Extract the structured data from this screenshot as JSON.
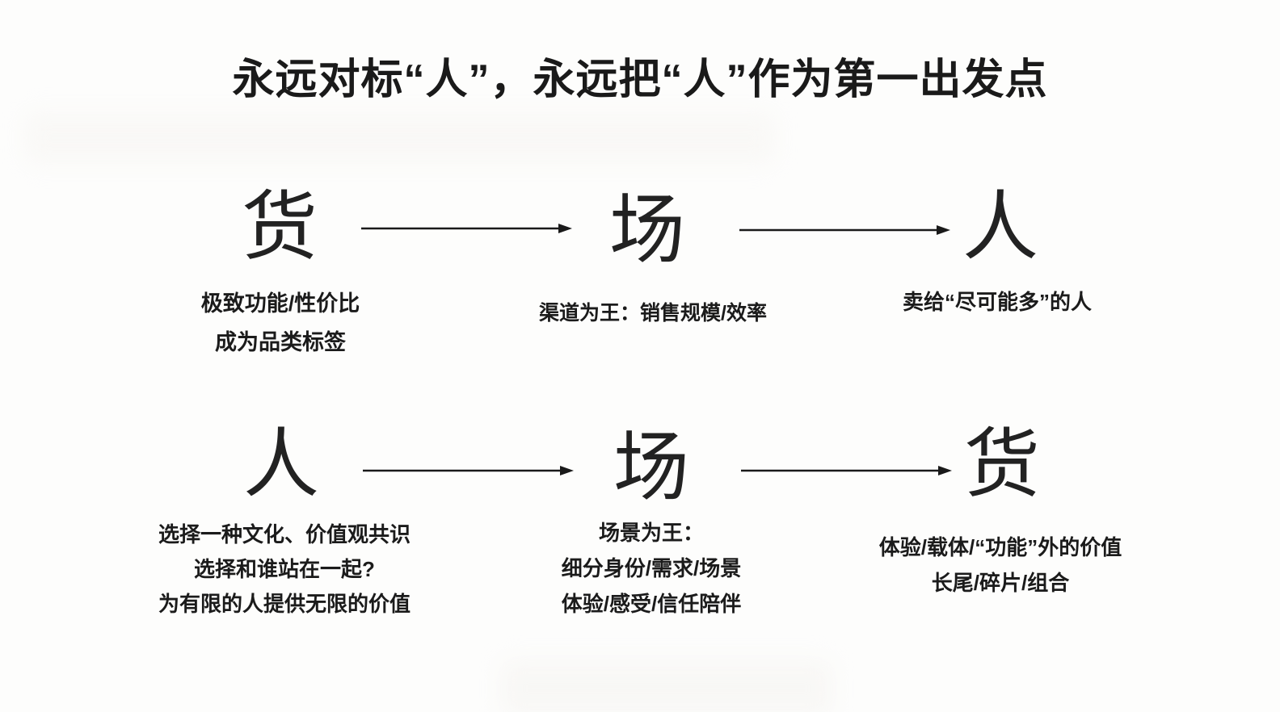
{
  "title": "永远对标“人”，永远把“人”作为第一出发点",
  "colors": {
    "text": "#1c1c1c",
    "background": "#fdfdfc"
  },
  "diagram": {
    "rows": [
      {
        "id": "goods-scene-people",
        "nodes": [
          {
            "char": "货",
            "captions": [
              "极致功能/性价比",
              "成为品类标签"
            ]
          },
          {
            "char": "场",
            "captions": [
              "渠道为王：销售规模/效率"
            ]
          },
          {
            "char": "人",
            "captions": [
              "卖给“尽可能多”的人"
            ]
          }
        ]
      },
      {
        "id": "people-scene-goods",
        "nodes": [
          {
            "char": "人",
            "captions": [
              "选择一种文化、价值观共识",
              "选择和谁站在一起?",
              "为有限的人提供无限的价值"
            ]
          },
          {
            "char": "场",
            "captions": [
              "场景为王：",
              "细分身份/需求/场景",
              "体验/感受/信任陪伴"
            ]
          },
          {
            "char": "货",
            "captions": [
              "体验/载体/“功能”外的价值",
              "长尾/碎片/组合"
            ]
          }
        ]
      }
    ]
  }
}
